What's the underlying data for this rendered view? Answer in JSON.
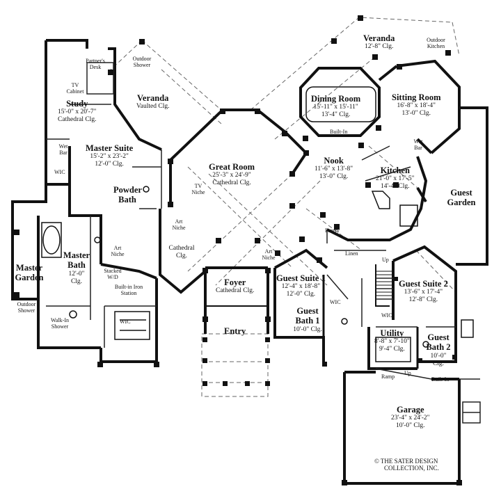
{
  "rooms": {
    "veranda_top": {
      "name": "Veranda",
      "clg": "12'-8\" Clg."
    },
    "outdoor_kitchen": "Outdoor Kitchen",
    "partners_desk": "Partner's Desk",
    "outdoor_shower_top": "Outdoor Shower",
    "veranda_left": {
      "name": "Veranda",
      "clg": "Vaulted Clg."
    },
    "tv_cabinet": "TV Cabinet",
    "study": {
      "name": "Study",
      "dims": "15'-0\" x 20'-7\"",
      "clg": "Cathedral Clg."
    },
    "dining": {
      "name": "Dining Room",
      "dims": "15'-11\" x 15'-11\"",
      "clg": "13'-4\" Clg."
    },
    "built_in_dining": "Built-In",
    "sitting": {
      "name": "Sitting Room",
      "dims": "16'-8\" x 18'-4\"",
      "clg": "13'-0\" Clg."
    },
    "wet_bar_study": "Wet Bar",
    "wet_bar_kitchen": "Wet Bar",
    "master_suite": {
      "name": "Master Suite",
      "dims": "15'-2\" x 23'-2\"",
      "clg": "12'-0\" Clg."
    },
    "great_room": {
      "name": "Great Room",
      "dims": "25'-3\" x 24'-9\"",
      "clg": "Cathedral Clg."
    },
    "nook": {
      "name": "Nook",
      "dims": "11'-6\" x 13'-8\"",
      "clg": "13'-0\" Clg."
    },
    "kitchen": {
      "name": "Kitchen",
      "dims": "21'-0\" x 17'-5\"",
      "clg": "14'-4\" Clg."
    },
    "wic_master": "WIC",
    "tv_niche": "TV Niche",
    "powder_bath": {
      "name": "Powder Bath"
    },
    "guest_garden": {
      "name": "Guest Garden"
    },
    "art_niche_1": "Art Niche",
    "cathedral": {
      "name": "Cathedral Clg."
    },
    "pantry": "Pantry",
    "linen": "Linen",
    "master_bath": {
      "name": "Master Bath",
      "clg": "12'-0\" Clg."
    },
    "art_niche_2": "Art Niche",
    "art_niche_3": "Art Niche",
    "master_garden": {
      "name": "Master Garden"
    },
    "stacked_wd": "Stacked W/D",
    "built_in_iron": "Built-in Iron Station",
    "foyer": {
      "name": "Foyer",
      "clg": "Cathedral Clg."
    },
    "guest_suite_1": {
      "name": "Guest Suite 1",
      "dims": "12'-4\" x 18'-8\"",
      "clg": "12'-0\" Clg."
    },
    "up_1": "Up",
    "guest_suite_2": {
      "name": "Guest Suite 2",
      "dims": "13'-6\" x 17'-4\"",
      "clg": "12'-8\" Clg."
    },
    "outdoor_shower_left": "Outdoor Shower",
    "wic_guest1": "WIC",
    "guest_bath_1": {
      "name": "Guest Bath 1",
      "clg": "10'-0\" Clg."
    },
    "walk_in_shower": "Walk-In Shower",
    "wic_closet": "WIC",
    "entry": {
      "name": "Entry"
    },
    "wic_guest2": "WIC",
    "utility": {
      "name": "Utility",
      "dims": "8'-8\" x 7'-10\"",
      "clg": "9'-4\" Clg."
    },
    "guest_bath_2": {
      "name": "Guest Bath 2",
      "clg": "10'-0\" Clg."
    },
    "ramp": "Ramp",
    "up_2": "Up",
    "built_in_garage": "Built-In",
    "garage": {
      "name": "Garage",
      "dims": "23'-4\" x 24'-2\"",
      "clg": "10'-0\" Clg."
    }
  },
  "copyright": {
    "line1": "© THE SATER DESIGN",
    "line2": "COLLECTION, INC."
  }
}
